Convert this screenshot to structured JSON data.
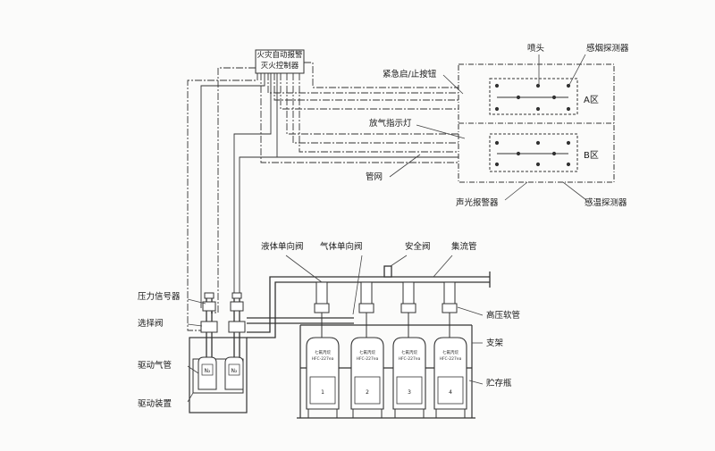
{
  "controller": {
    "line1": "火灾自动报警",
    "line2": "灭火控制器"
  },
  "labels": {
    "nozzle": "喷头",
    "smoke_detector": "感烟探测器",
    "emergency_button": "紧急启/止按钮",
    "discharge_light": "放气指示灯",
    "pipe_network": "管网",
    "alarm": "声光报警器",
    "heat_detector": "感温探测器",
    "liquid_check_valve": "液体单向阀",
    "gas_check_valve": "气体单向阀",
    "safety_valve": "安全阀",
    "manifold": "集流管",
    "pressure_switch": "压力信号器",
    "high_pressure_hose": "高压软管",
    "selector_valve": "选择阀",
    "bracket": "支架",
    "drive_gas_pipe": "驱动气管",
    "storage_bottle": "贮存瓶",
    "drive_device": "驱动装置"
  },
  "zones": {
    "a": "A区",
    "b": "B区"
  },
  "cylinders": [
    {
      "number": "1",
      "label1": "七氟丙烷",
      "label2": "HFC-227ea"
    },
    {
      "number": "2",
      "label1": "七氟丙烷",
      "label2": "HFC-227ea"
    },
    {
      "number": "3",
      "label1": "七氟丙烷",
      "label2": "HFC-227ea"
    },
    {
      "number": "4",
      "label1": "七氟丙烷",
      "label2": "HFC-227ea"
    }
  ],
  "drive_bottles": [
    {
      "tag": "N₂"
    },
    {
      "tag": "N₂"
    }
  ]
}
